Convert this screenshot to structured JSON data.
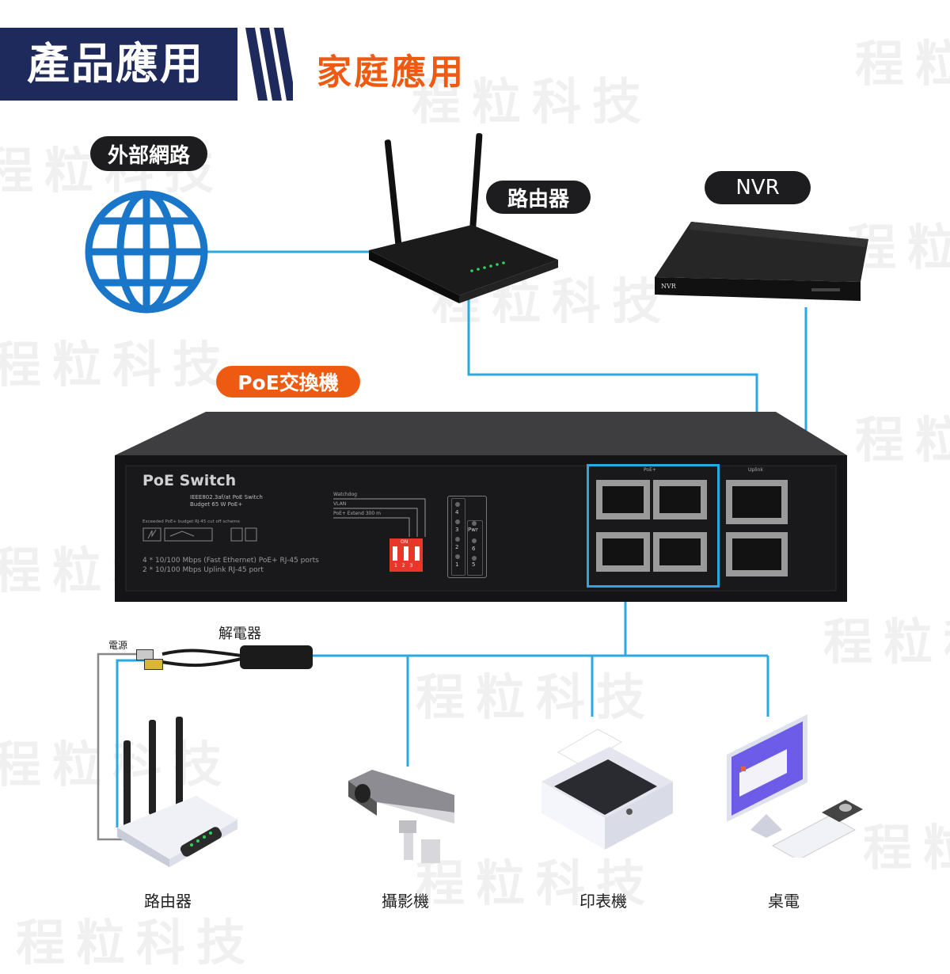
{
  "header": {
    "title": "產品應用",
    "subtitle": "家庭應用"
  },
  "labels": {
    "internet": "外部網路",
    "router": "路由器",
    "nvr": "NVR",
    "poe_switch": "PoE交換機",
    "splitter": "解電器",
    "power": "電源"
  },
  "devices": {
    "router": "路由器",
    "camera": "攝影機",
    "printer": "印表機",
    "desktop": "桌電"
  },
  "switch_panel": {
    "brand": "PoE Switch",
    "model": "IEEE802.3af/at PoE Switch",
    "budget": "Budget  65 W PoE+",
    "scheme": "Exceeded PoE+ budget  RJ-45 cut off scheme",
    "spec1": "4 * 10/100 Mbps (Fast Ethernet) PoE+ RJ-45 ports",
    "spec2": "2 * 10/100 Mbps Uplink RJ-45 port",
    "watchdog": "Watchdog",
    "vlan": "VLAN",
    "extend": "PoE+ Extend 300 m",
    "dip_on": "ON",
    "dip_nums": "1 2 3",
    "poe_label": "PoE+",
    "uplink_label": "Uplink",
    "pwr": "Pwr",
    "nvr_brand": "NVR"
  },
  "watermark": "程粒科技",
  "colors": {
    "navy": "#1f2a5c",
    "orange": "#ef5a12",
    "link_blue": "#2aa8e0",
    "globe_blue": "#1976c8"
  }
}
